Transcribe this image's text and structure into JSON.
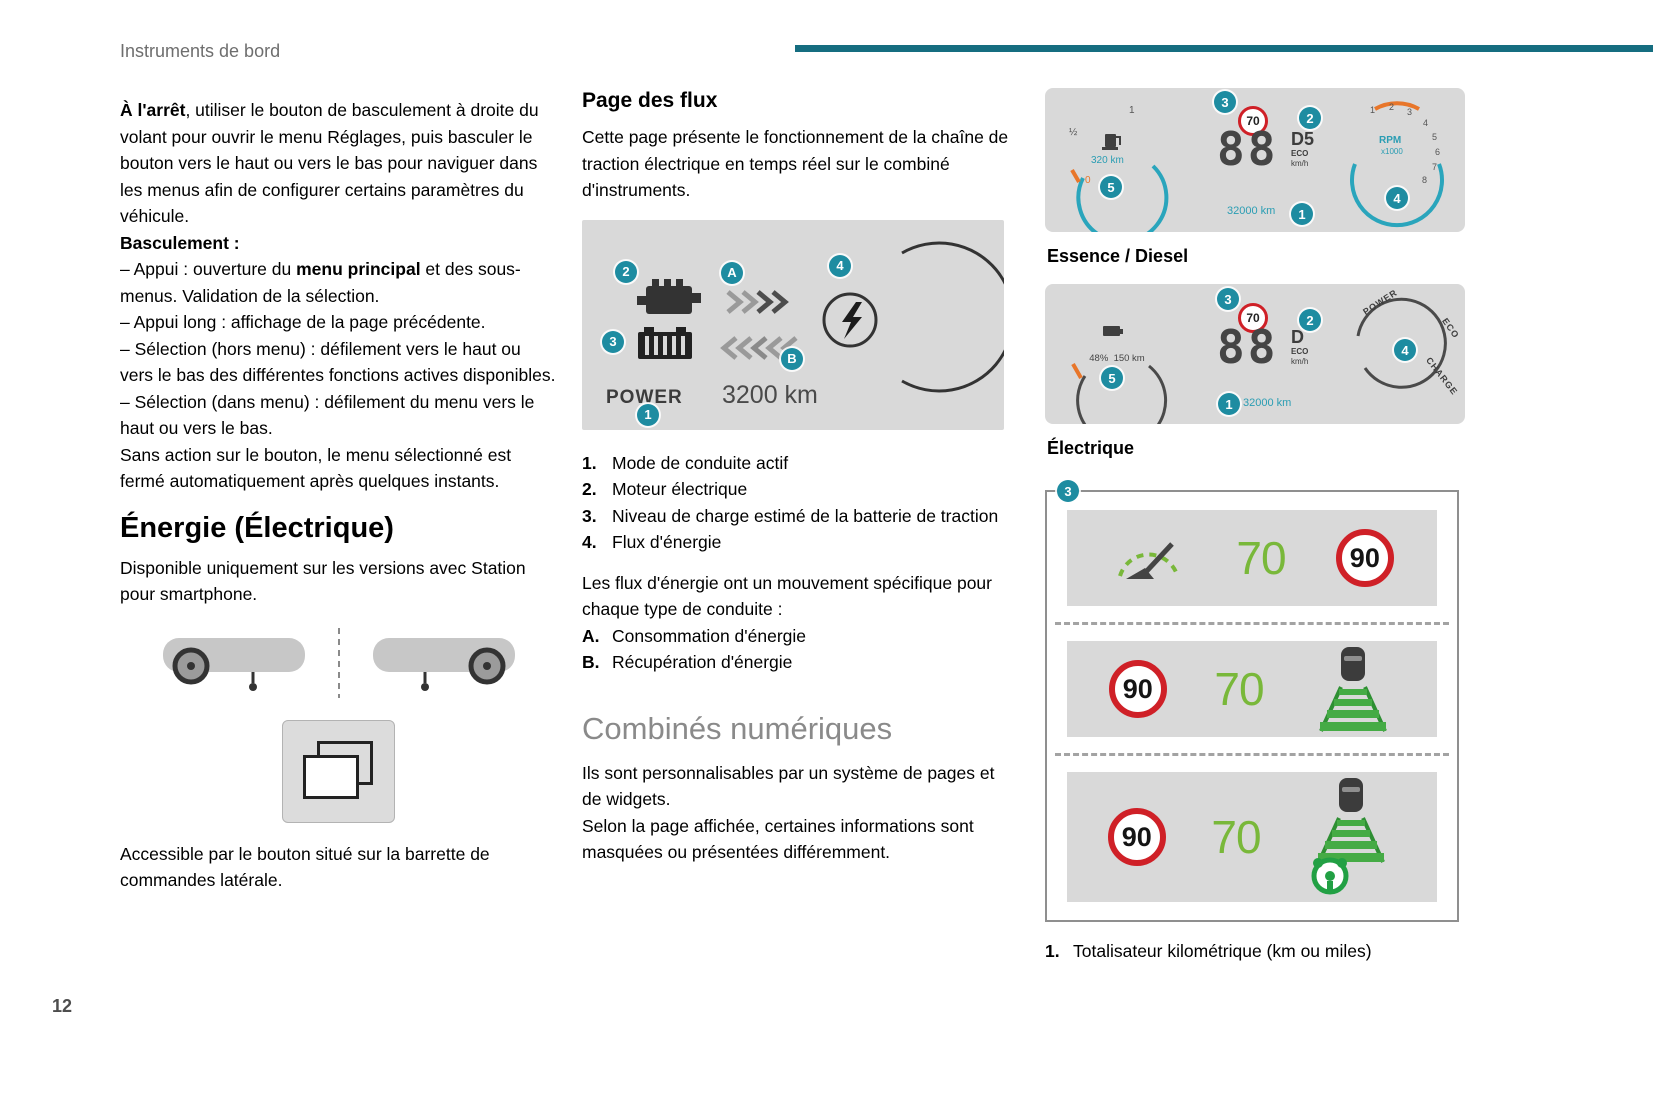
{
  "colors": {
    "accent_bar": "#156d80",
    "marker_teal": "#1e8ca1",
    "teal_text": "#2a9db3",
    "sign_red": "#cf2027",
    "green": "#79b83a",
    "illustration_gray": "#d9d9d9"
  },
  "header": {
    "title": "Instruments de bord",
    "page_number": "12"
  },
  "col1": {
    "p1_bold": "À l'arrêt",
    "p1_rest": ", utiliser le bouton de basculement à droite du volant pour ouvrir le menu Réglages, puis basculer le bouton vers le haut ou vers le bas pour naviguer dans les menus afin de configurer certains paramètres du véhicule.",
    "basculement": "Basculement :",
    "b1_pre": "– Appui : ouverture du ",
    "b1_bold": "menu principal",
    "b1_post": " et des sous-menus. Validation de la sélection.",
    "b2": "– Appui long : affichage de la page précédente.",
    "b3": "– Sélection (hors menu) : défilement vers le haut ou vers le bas des différentes fonctions actives disponibles.",
    "b4": "– Sélection (dans menu) : défilement du menu vers le haut ou vers le bas.",
    "p2": "Sans action sur le bouton, le menu sélectionné est fermé automatiquement après quelques instants.",
    "heading": "Énergie (Électrique)",
    "p3": "Disponible uniquement sur les versions avec Station pour smartphone.",
    "p4": "Accessible par le bouton situé sur la barrette de commandes latérale."
  },
  "col2": {
    "heading": "Page des flux",
    "intro": "Cette page présente le fonctionnement de la chaîne de traction électrique en temps réel sur le combiné d'instruments.",
    "flux": {
      "power_label": "POWER",
      "odometer": "3200 km",
      "markers": {
        "m1": "1",
        "m2": "2",
        "m3": "3",
        "m4": "4",
        "ma": "A",
        "mb": "B"
      }
    },
    "list": [
      {
        "num": "1.",
        "text": "Mode de conduite actif"
      },
      {
        "num": "2.",
        "text": "Moteur électrique"
      },
      {
        "num": "3.",
        "text": "Niveau de charge estimé de la batterie de traction"
      },
      {
        "num": "4.",
        "text": "Flux d'énergie"
      }
    ],
    "flux_para": "Les flux d'énergie ont un mouvement spécifique pour chaque type de conduite :",
    "list2": [
      {
        "num": "A.",
        "text": "Consommation d'énergie"
      },
      {
        "num": "B.",
        "text": "Récupération d'énergie"
      }
    ],
    "heading2": "Combinés numériques",
    "p2a": "Ils sont personnalisables par un système de pages et de widgets.",
    "p2b": "Selon la page affichée, certaines informations sont masquées ou présentées différemment."
  },
  "col3": {
    "cluster_fuel": {
      "markers": {
        "m1": "1",
        "m2": "2",
        "m3": "3",
        "m4": "4",
        "m5": "5"
      },
      "limit": "70",
      "speed": "88",
      "gear": "D5",
      "eco": "ECO",
      "unit": "km/h",
      "odometer": "32000 km",
      "range": "320 km",
      "fuel_ticks": {
        "full": "1",
        "half": "½",
        "empty": "0"
      },
      "rpm_label": "RPM",
      "rpm_scale": "x1000",
      "rpm_ticks": [
        "1",
        "2",
        "3",
        "4",
        "5",
        "6",
        "7",
        "8"
      ]
    },
    "caption_fuel": "Essence / Diesel",
    "cluster_ev": {
      "markers": {
        "m1": "1",
        "m2": "2",
        "m3": "3",
        "m4": "4",
        "m5": "5"
      },
      "limit": "70",
      "speed": "88",
      "gear": "D",
      "eco": "ECO",
      "unit": "km/h",
      "battery": "48%",
      "range": "150 km",
      "odometer": "32000 km",
      "gauge_power": "POWER",
      "gauge_eco": "ECO",
      "gauge_charge": "CHARGE"
    },
    "caption_ev": "Électrique",
    "widgets": {
      "marker": "3",
      "p1_speed": "70",
      "p1_sign": "90",
      "p2_sign": "90",
      "p2_speed": "70",
      "p3_sign": "90",
      "p3_speed": "70"
    },
    "caption_widgets_num": "1.",
    "caption_widgets": "Totalisateur kilométrique (km ou miles)"
  }
}
